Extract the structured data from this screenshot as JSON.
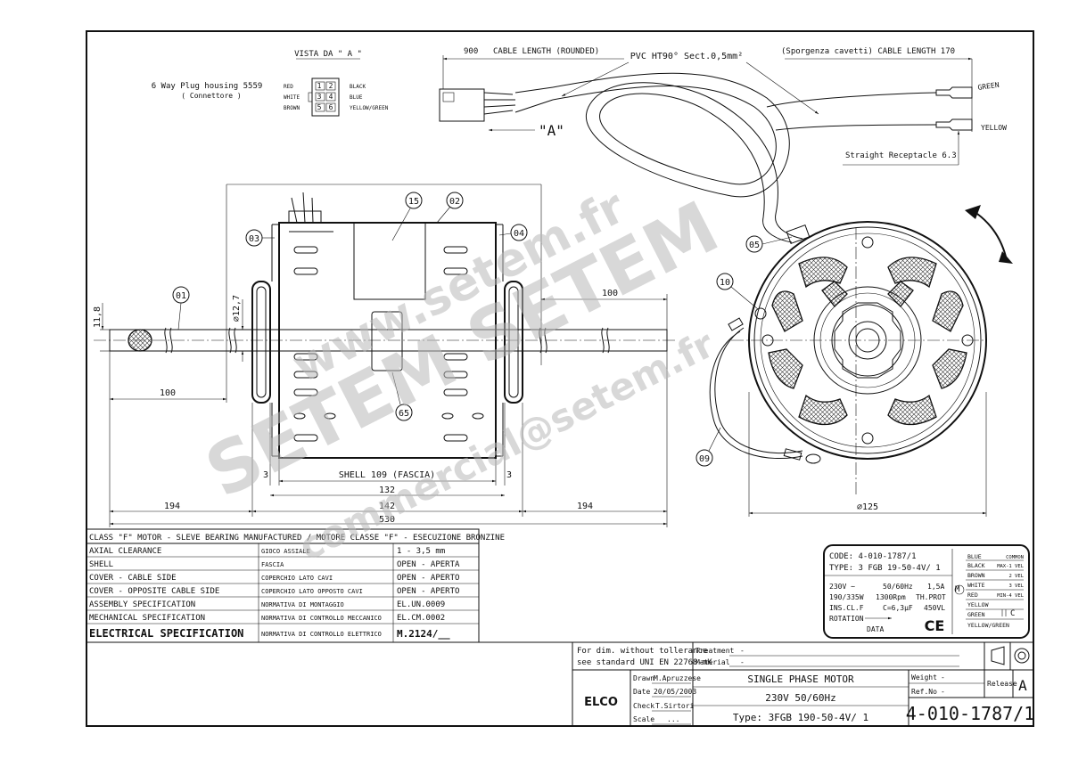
{
  "view_label": "VISTA DA \" A \"",
  "plug": {
    "title": "6 Way Plug housing 5559",
    "subtitle": "( Connettore )",
    "pin_left": [
      "RED",
      "WHITE",
      "BROWN"
    ],
    "pin_right": [
      "BLACK",
      "BLUE",
      "YELLOW/GREEN"
    ],
    "pin_numbers": [
      "1",
      "2",
      "3",
      "4",
      "5",
      "6"
    ]
  },
  "cable": {
    "length_value": "900",
    "length_label": "CABLE LENGTH (ROUNDED)",
    "pvc_label": "PVC HT90° Sect.0,5mm²",
    "sporgenza_label": "(Sporgenza cavetti) CABLE LENGTH  170",
    "view_arrow": "\"A\"",
    "wire_green": "GREEN",
    "wire_yellow": "YELLOW",
    "receptacle": "Straight Receptacle  6.3"
  },
  "callouts": [
    "01",
    "02",
    "03",
    "04",
    "05",
    "09",
    "10",
    "15",
    "65"
  ],
  "dims": {
    "d_shaft": "⌀12,7",
    "flat": "11,8",
    "left_100": "100",
    "right_100": "100",
    "shell": "SHELL  109  (FASCIA)",
    "shell_gap_l": "3",
    "shell_gap_r": "3",
    "d132": "132",
    "d142": "142",
    "d194_l": "194",
    "d194_r": "194",
    "d530": "530",
    "d125": "⌀125"
  },
  "spec": {
    "header": "CLASS \"F\" MOTOR - SLEVE BEARING MANUFACTURED  /  MOTORE CLASSE \"F\" - ESECUZIONE BRONZINE",
    "rows": [
      {
        "name": "AXIAL CLEARANCE",
        "it": "GIOCO ASSIALE",
        "value": "1 - 3,5 mm"
      },
      {
        "name": "SHELL",
        "it": "FASCIA",
        "value": "OPEN  -  APERTA"
      },
      {
        "name": "COVER - CABLE SIDE",
        "it": "COPERCHIO LATO CAVI",
        "value": "OPEN  -  APERTO"
      },
      {
        "name": "COVER - OPPOSITE CABLE SIDE",
        "it": "COPERCHIO LATO OPPOSTO CAVI",
        "value": "OPEN  -  APERTO"
      },
      {
        "name": "ASSEMBLY SPECIFICATION",
        "it": "NORMATIVA DI MONTAGGIO",
        "value": "EL.UN.0009"
      },
      {
        "name": "MECHANICAL SPECIFICATION",
        "it": "NORMATIVA DI CONTROLLO MECCANICO",
        "value": "EL.CM.0002"
      },
      {
        "name": "ELECTRICAL SPECIFICATION",
        "it": "NORMATIVA DI CONTROLLO ELETTRICO",
        "value": "M.2124/__"
      }
    ]
  },
  "label": {
    "code": "CODE: 4-010-1787/1",
    "type": "TYPE: 3 FGB 19-50-4V/ 1",
    "voltage": "230V ∼",
    "freq": "50/60Hz",
    "current": "1,5A",
    "power": "190/335W",
    "rpm": "1300Rpm",
    "prot": "TH.PROT",
    "ins": "INS.CL.F",
    "cap": "C=6,3μF",
    "vl": "450VL",
    "rotation": "ROTATION",
    "data": "DATA",
    "ce": "CE",
    "motor_m": "M",
    "wires": [
      "BLUE",
      "BLACK",
      "BROWN",
      "WHITE",
      "RED",
      "YELLOW",
      "GREEN",
      "YELLOW/GREEN"
    ],
    "wire_funcs": [
      "COMMON",
      "MAX-1 VEL",
      "2 VEL",
      "3 VEL",
      "MIN-4 VEL"
    ],
    "cap_c": "C"
  },
  "title_block": {
    "tolerance_1": "For dim. without tollerance",
    "tolerance_2": "see standard UNI EN 22768-mK",
    "treatment": "Treatment",
    "treatment_val": "-",
    "material": "Material",
    "material_val": "-",
    "company": "ELCO",
    "drawn_label": "Drawn",
    "drawn": "M.Apruzzese",
    "date_label": "Date",
    "date": "20/05/2003",
    "check_label": "Check",
    "check": "T.Sirtori",
    "scale_label": "Scale",
    "scale": "...",
    "desc1": "SINGLE PHASE MOTOR",
    "desc2": "230V    50/60Hz",
    "desc3": "Type: 3FGB 190-50-4V/ 1",
    "weight_label": "Weight",
    "weight": "-",
    "refno_label": "Ref.No",
    "refno": "-",
    "release_label": "Release",
    "release": "A",
    "number": "4-010-1787/1"
  },
  "watermarks": [
    "www.setem.fr",
    "SETEM SETEM",
    "commercial@setem.fr"
  ]
}
